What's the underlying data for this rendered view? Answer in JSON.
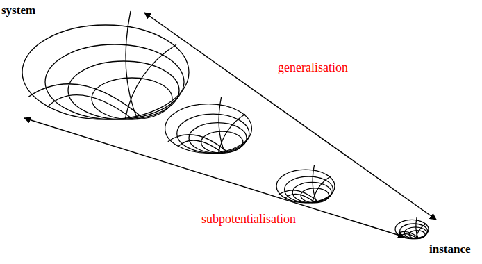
{
  "diagram": {
    "labels": [
      "system",
      "generalisation",
      "subpotentialisation",
      "instance"
    ]
  }
}
